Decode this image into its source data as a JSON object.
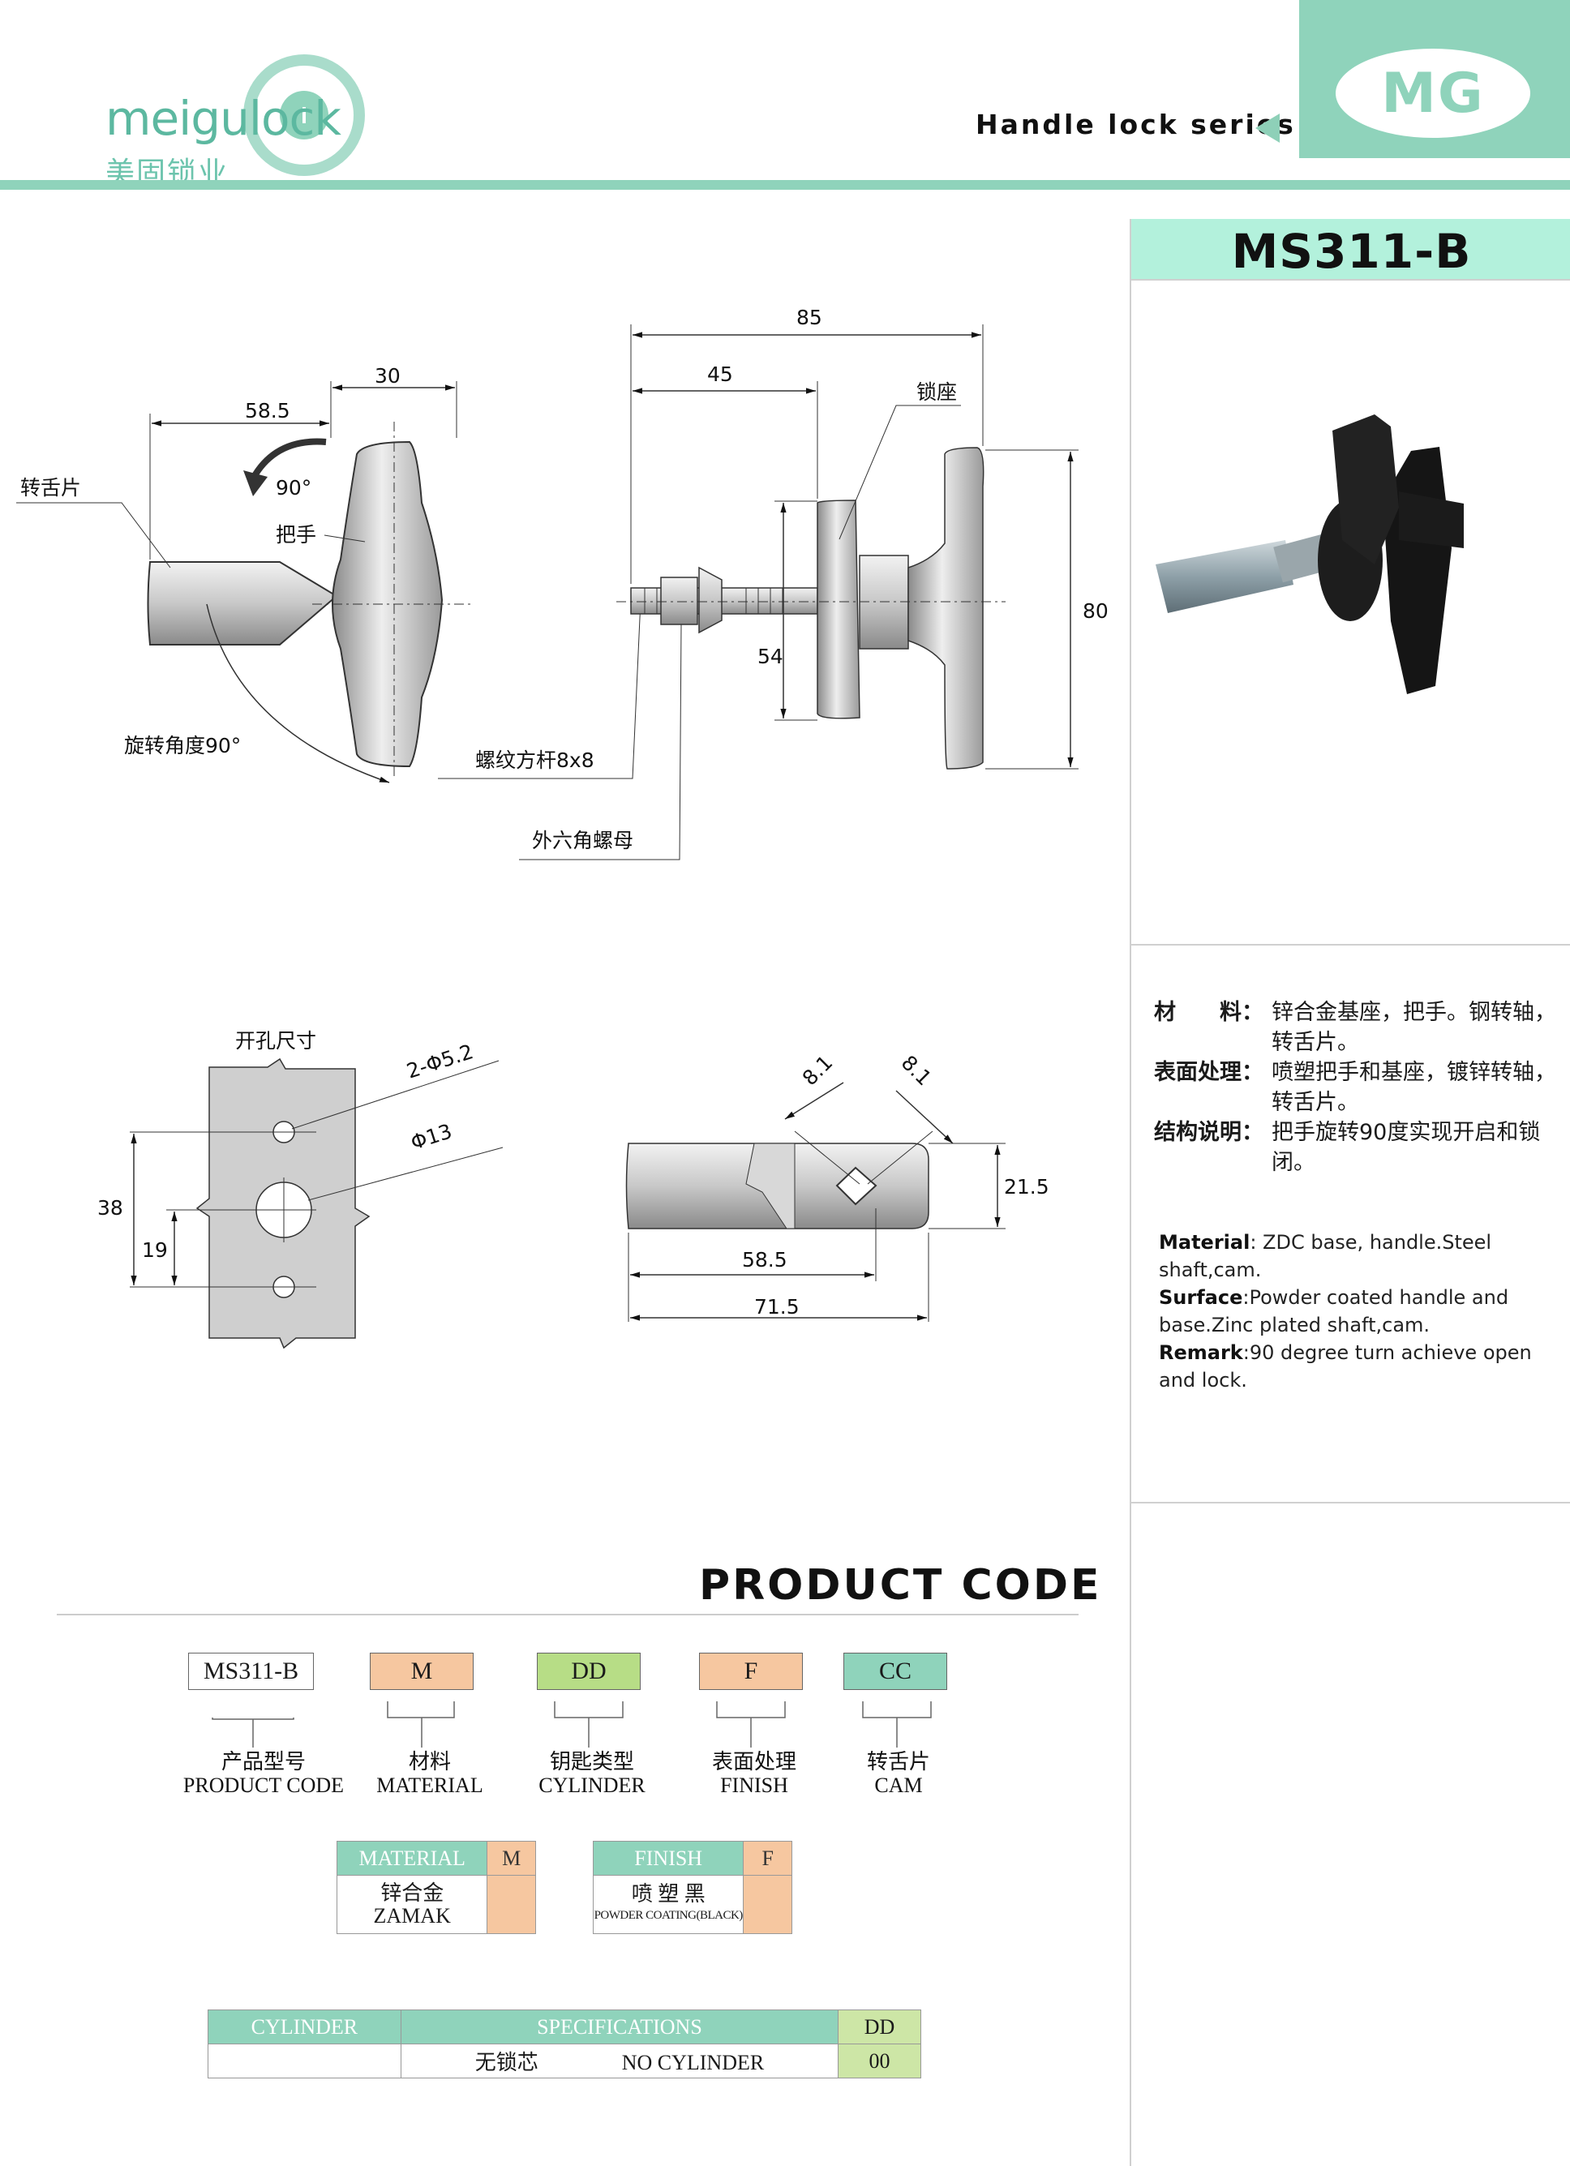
{
  "header": {
    "logo_text": "meigulock",
    "logo_cn": "美固锁业",
    "series": "Handle lock series",
    "brand": "MG"
  },
  "product": {
    "model": "MS311-B"
  },
  "drawing": {
    "side_view": {
      "dim_30": "30",
      "dim_58_5": "58.5",
      "rot_90": "90°",
      "cam_label": "转舌片",
      "handle_label": "把手",
      "rotate_label": "旋转角度90°",
      "thread_label": "螺纹方杆8x8",
      "nut_label": "外六角螺母"
    },
    "front_view": {
      "dim_85": "85",
      "dim_45": "45",
      "base_label": "锁座",
      "dim_80": "80",
      "dim_54": "54"
    },
    "cutout": {
      "title": "开孔尺寸",
      "hole_small": "2-Φ5.2",
      "hole_large": "Φ13",
      "dim_38": "38",
      "dim_19": "19"
    },
    "cam_view": {
      "dim_8_1a": "8.1",
      "dim_8_1b": "8.1",
      "dim_21_5": "21.5",
      "dim_58_5": "58.5",
      "dim_71_5": "71.5"
    }
  },
  "specs_cn": [
    {
      "label": "材　　料：",
      "value": "锌合金基座，把手。钢转轴，转舌片。"
    },
    {
      "label": "表面处理：",
      "value": "喷塑把手和基座，镀锌转轴，转舌片。"
    },
    {
      "label": "结构说明：",
      "value": "把手旋转90度实现开启和锁闭。"
    }
  ],
  "specs_en": {
    "material_label": "Material",
    "material_sep": ":",
    "material_value": " ZDC base, handle.Steel shaft,cam.",
    "surface_label": "Surface",
    "surface_sep": ":",
    "surface_value": "Powder coated handle and base.Zinc plated shaft,cam.",
    "remark_label": "Remark",
    "remark_sep": ":",
    "remark_value": "90 degree turn achieve open and lock."
  },
  "product_code": {
    "title": "PRODUCT CODE",
    "codes": [
      {
        "code": "MS311-B",
        "cn": "产品型号",
        "en": "PRODUCT CODE",
        "color": "#ffffff"
      },
      {
        "code": "M",
        "cn": "材料",
        "en": "MATERIAL",
        "color": "#f6c7a0"
      },
      {
        "code": "DD",
        "cn": "钥匙类型",
        "en": "CYLINDER",
        "color": "#b7dd86"
      },
      {
        "code": "F",
        "cn": "表面处理",
        "en": "FINISH",
        "color": "#f6c7a0"
      },
      {
        "code": "CC",
        "cn": "转舌片",
        "en": "CAM",
        "color": "#8fd3bb"
      }
    ],
    "material_table": {
      "header": "MATERIAL",
      "code": "M",
      "cn": "锌合金",
      "en": "ZAMAK"
    },
    "finish_table": {
      "header": "FINISH",
      "code": "F",
      "cn": "喷 塑 黑",
      "en": "POWDER COATING(BLACK)"
    },
    "cylinder_table": {
      "col1": "CYLINDER",
      "col2": "SPECIFICATIONS",
      "col3": "DD",
      "cn": "无锁芯",
      "en": "NO CYLINDER",
      "code": "00"
    }
  },
  "colors": {
    "accent": "#8fd3bb",
    "model_bar": "#b3f1dc",
    "orange": "#f6c7a0",
    "green": "#cde6a6"
  }
}
